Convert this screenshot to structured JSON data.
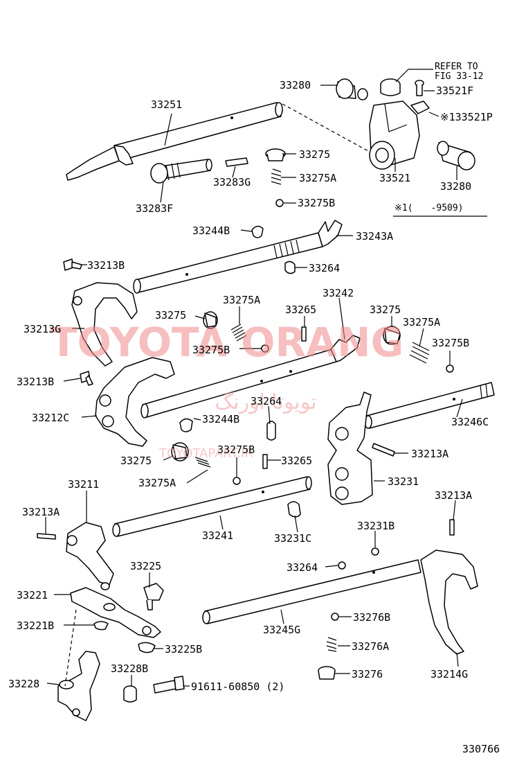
{
  "figure_number": "330766",
  "note": {
    "refer_line1": "REFER TO",
    "refer_line2": "FIG 33-12",
    "range_label": "※1(　　-9509)",
    "ref_mark_label": "※133521P"
  },
  "watermark": {
    "main": "TOYOTA ORANG",
    "persian": "تویوتا اورنگ",
    "site": "TOYOTAPART.IR"
  },
  "labels": {
    "p33280a": "33280",
    "p33251": "33251",
    "p33521f": "33521F",
    "p33275a_top": "33275",
    "p33283g": "33283G",
    "p33275aa_top": "33275A",
    "p33521": "33521",
    "p33280b": "33280",
    "p33283f": "33283F",
    "p33275b_top": "33275B",
    "p33244b_top": "33244B",
    "p33243a": "33243A",
    "p33213b_top": "33213B",
    "p33264_top": "33264",
    "p33242": "33242",
    "p33275aa_mid": "33275A",
    "p33275_mid": "33275",
    "p33265_mid": "33265",
    "p33275_right": "33275",
    "p33275aa_right": "33275A",
    "p33213g": "33213G",
    "p33275b_mid": "33275B",
    "p33275b_right": "33275B",
    "p33213b_mid": "33213B",
    "p33264_mid": "33264",
    "p33212c": "33212C",
    "p33244b_mid": "33244B",
    "p33246c": "33246C",
    "p33213a_mid": "33213A",
    "p33275b_low": "33275B",
    "p33275_low": "33275",
    "p33265_low": "33265",
    "p33275aa_low": "33275A",
    "p33231": "33231",
    "p33211": "33211",
    "p33213a_right": "33213A",
    "p33213a_left": "33213A",
    "p33231b": "33231B",
    "p33241": "33241",
    "p33231c": "33231C",
    "p33225": "33225",
    "p33264_low": "33264",
    "p33221": "33221",
    "p33276b": "33276B",
    "p33221b": "33221B",
    "p33245g": "33245G",
    "p33276a": "33276A",
    "p33225b": "33225B",
    "p33228b": "33228B",
    "p33276": "33276",
    "p33214g": "33214G",
    "p33228": "33228",
    "p91611": "91611-60850 (2)"
  }
}
